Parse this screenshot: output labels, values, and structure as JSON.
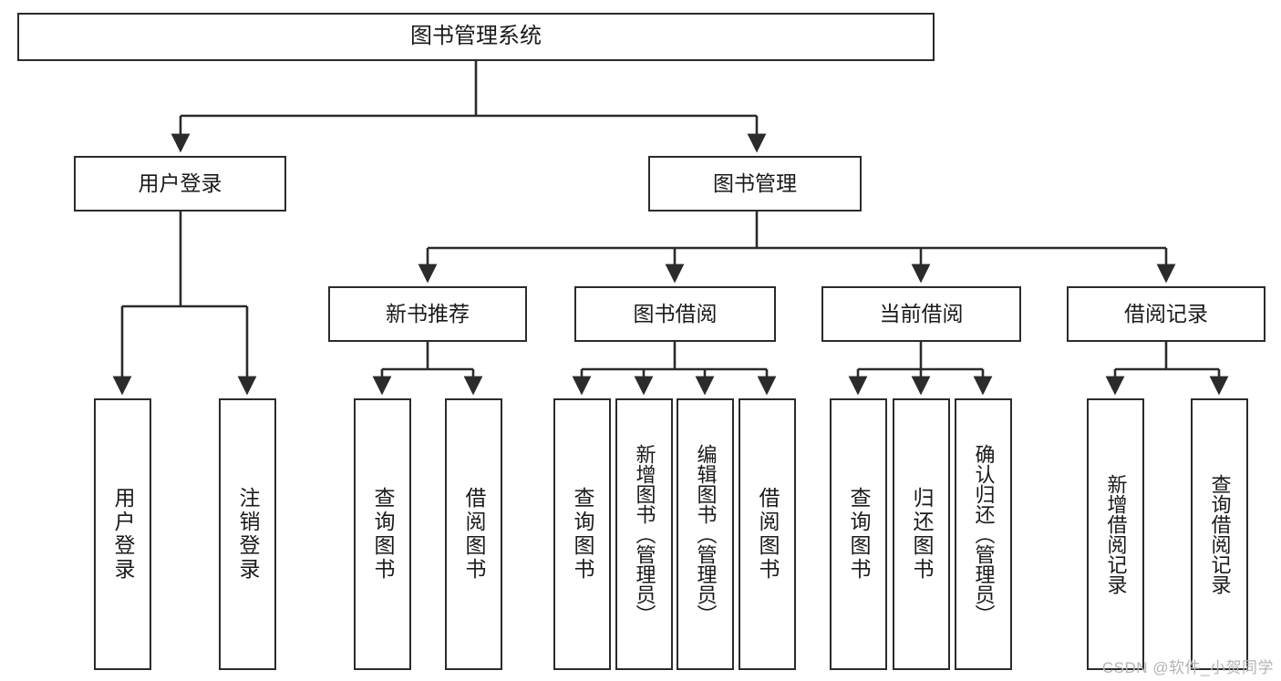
{
  "diagram": {
    "title": "图书管理系统",
    "watermark": "CSDN @软件_小贺同学",
    "stroke_color": "#2b2b2b",
    "background_color": "#ffffff",
    "text_color": "#1a1a1a",
    "watermark_color": "#b4b4b4"
  },
  "nodes": {
    "root": {
      "label": "图书管理系统"
    },
    "level2": [
      {
        "label": "用户登录"
      },
      {
        "label": "图书管理"
      }
    ],
    "level3": [
      {
        "label": "新书推荐"
      },
      {
        "label": "图书借阅"
      },
      {
        "label": "当前借阅"
      },
      {
        "label": "借阅记录"
      }
    ],
    "leaves": {
      "user_login": [
        {
          "label": "用户登录"
        },
        {
          "label": "注销登录"
        }
      ],
      "new_book_recommend": [
        {
          "label": "查询图书"
        },
        {
          "label": "借阅图书"
        }
      ],
      "book_borrow": [
        {
          "label": "查询图书"
        },
        {
          "label": "新增图书（管理员）"
        },
        {
          "label": "编辑图书（管理员）"
        },
        {
          "label": "借阅图书"
        }
      ],
      "current_borrow": [
        {
          "label": "查询图书"
        },
        {
          "label": "归还图书"
        },
        {
          "label": "确认归还（管理员）"
        }
      ],
      "borrow_record": [
        {
          "label": "新增借阅记录"
        },
        {
          "label": "查询借阅记录"
        }
      ]
    }
  }
}
